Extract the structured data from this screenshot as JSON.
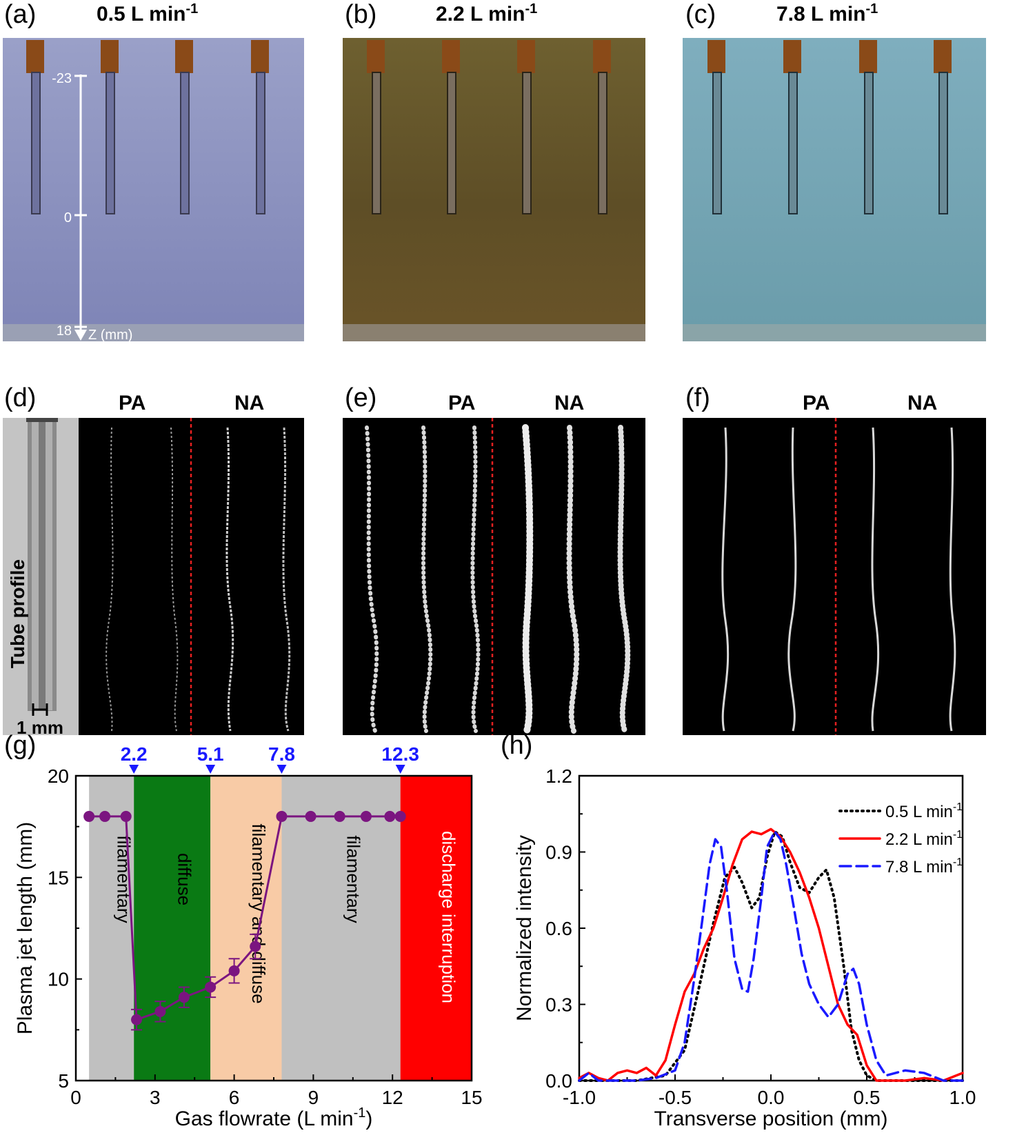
{
  "panels": {
    "a": {
      "letter": "(a)",
      "title": "0.5 L min",
      "sup": "-1"
    },
    "b": {
      "letter": "(b)",
      "title": "2.2 L min",
      "sup": "-1"
    },
    "c": {
      "letter": "(c)",
      "title": "7.8 L min",
      "sup": "-1"
    },
    "d": {
      "letter": "(d)",
      "pa": "PA",
      "na": "NA",
      "tube_label": "Tube profile",
      "scale_label": "1 mm"
    },
    "e": {
      "letter": "(e)",
      "pa": "PA",
      "na": "NA"
    },
    "f": {
      "letter": "(f)",
      "pa": "PA",
      "na": "NA"
    },
    "g": {
      "letter": "(g)"
    },
    "h": {
      "letter": "(h)"
    }
  },
  "z_axis": {
    "ticks": [
      "-23",
      "0",
      "18"
    ],
    "label": "Z (mm)"
  },
  "colors": {
    "photo_a": "#8a8fc0",
    "photo_b": "#6a5a30",
    "photo_c": "#7aa8b8",
    "filamentary": "#c0c0c0",
    "diffuse": "#0a7a14",
    "mixed": "#f8cba6",
    "interruption": "#ff0000",
    "jet_series": "#7b1580",
    "marker_labels": "#1a1aff",
    "dash_divider": "#e52020"
  },
  "chart_data": [
    {
      "type": "line",
      "panel": "g",
      "xlabel": "Gas flowrate (L min",
      "xlabel_sup": "-1",
      "xlabel_tail": ")",
      "ylabel": "Plasma jet length (mm)",
      "xlim": [
        0,
        15
      ],
      "ylim": [
        5,
        20
      ],
      "x_ticks": [
        "0",
        "3",
        "6",
        "9",
        "12",
        "15"
      ],
      "y_ticks": [
        "5",
        "10",
        "15",
        "20"
      ],
      "regions": [
        {
          "from": 0.5,
          "to": 2.2,
          "label": "filamentary",
          "color": "#c0c0c0"
        },
        {
          "from": 2.2,
          "to": 5.1,
          "label": "diffuse",
          "color": "#0a7a14"
        },
        {
          "from": 5.1,
          "to": 7.8,
          "label": "filamentary and diffuse",
          "color": "#f8cba6"
        },
        {
          "from": 7.8,
          "to": 12.3,
          "label": "filamentary",
          "color": "#c0c0c0"
        },
        {
          "from": 12.3,
          "to": 15,
          "label": "discharge interruption",
          "color": "#ff0000"
        }
      ],
      "markers": [
        "2.2",
        "5.1",
        "7.8",
        "12.3"
      ],
      "series": [
        {
          "x": [
            0.5,
            1.1,
            1.9,
            2.3,
            3.2,
            4.1,
            5.1,
            6.0,
            6.8,
            7.8,
            8.9,
            10.0,
            11.0,
            11.9,
            12.3
          ],
          "y": [
            18,
            18,
            18,
            8.0,
            8.4,
            9.1,
            9.6,
            10.4,
            11.6,
            18,
            18,
            18,
            18,
            18,
            18
          ],
          "err": [
            0,
            0,
            0,
            0.5,
            0.5,
            0.5,
            0.5,
            0.6,
            0.6,
            0,
            0,
            0,
            0,
            0,
            0
          ]
        }
      ]
    },
    {
      "type": "line",
      "panel": "h",
      "xlabel": "Transverse position (mm)",
      "ylabel": "Normalized intensity",
      "xlim": [
        -1.0,
        1.0
      ],
      "ylim": [
        0,
        1.2
      ],
      "x_ticks": [
        "-1.0",
        "-0.5",
        "0.0",
        "0.5",
        "1.0"
      ],
      "y_ticks": [
        "0.0",
        "0.3",
        "0.6",
        "0.9",
        "1.2"
      ],
      "series": [
        {
          "name": "0.5 L min",
          "name_sup": "-1",
          "color": "#000000",
          "style": "dotted",
          "x": [
            -1.0,
            -0.7,
            -0.55,
            -0.45,
            -0.38,
            -0.3,
            -0.24,
            -0.19,
            -0.15,
            -0.1,
            -0.06,
            -0.02,
            0.02,
            0.06,
            0.1,
            0.15,
            0.2,
            0.25,
            0.29,
            0.33,
            0.38,
            0.42,
            0.46,
            0.5,
            0.55,
            0.7,
            1.0
          ],
          "y": [
            0.0,
            0.0,
            0.02,
            0.12,
            0.35,
            0.62,
            0.8,
            0.84,
            0.78,
            0.68,
            0.72,
            0.88,
            0.98,
            0.96,
            0.86,
            0.76,
            0.74,
            0.8,
            0.83,
            0.72,
            0.45,
            0.2,
            0.08,
            0.02,
            0.0,
            0.0,
            0.0
          ]
        },
        {
          "name": "2.2 L min",
          "name_sup": "-1",
          "color": "#ff0000",
          "style": "solid",
          "x": [
            -1.0,
            -0.95,
            -0.9,
            -0.85,
            -0.8,
            -0.75,
            -0.7,
            -0.65,
            -0.6,
            -0.55,
            -0.5,
            -0.45,
            -0.4,
            -0.35,
            -0.3,
            -0.25,
            -0.2,
            -0.15,
            -0.1,
            -0.05,
            0.0,
            0.05,
            0.1,
            0.15,
            0.2,
            0.25,
            0.3,
            0.35,
            0.4,
            0.45,
            0.5,
            0.55,
            0.6,
            0.7,
            0.8,
            0.9,
            1.0
          ],
          "y": [
            0.01,
            0.03,
            0.01,
            0.0,
            0.03,
            0.04,
            0.03,
            0.05,
            0.02,
            0.08,
            0.22,
            0.35,
            0.42,
            0.52,
            0.6,
            0.72,
            0.85,
            0.95,
            0.98,
            0.97,
            0.99,
            0.96,
            0.9,
            0.82,
            0.72,
            0.6,
            0.45,
            0.3,
            0.22,
            0.18,
            0.06,
            0.0,
            0.0,
            0.0,
            0.01,
            0.0,
            0.03
          ]
        },
        {
          "name": "7.8 L min",
          "name_sup": "-1",
          "color": "#1a1aff",
          "style": "dashed",
          "x": [
            -1.0,
            -0.95,
            -0.9,
            -0.7,
            -0.6,
            -0.5,
            -0.45,
            -0.4,
            -0.36,
            -0.32,
            -0.29,
            -0.26,
            -0.23,
            -0.19,
            -0.15,
            -0.12,
            -0.09,
            -0.05,
            -0.02,
            0.02,
            0.05,
            0.08,
            0.12,
            0.16,
            0.2,
            0.25,
            0.3,
            0.35,
            0.4,
            0.43,
            0.46,
            0.5,
            0.55,
            0.6,
            0.7,
            0.8,
            0.9,
            1.0
          ],
          "y": [
            0.0,
            0.03,
            0.0,
            0.0,
            0.01,
            0.04,
            0.15,
            0.4,
            0.62,
            0.85,
            0.95,
            0.92,
            0.75,
            0.48,
            0.36,
            0.35,
            0.48,
            0.72,
            0.92,
            0.98,
            0.95,
            0.85,
            0.68,
            0.5,
            0.38,
            0.3,
            0.25,
            0.3,
            0.42,
            0.44,
            0.38,
            0.22,
            0.08,
            0.02,
            0.04,
            0.03,
            0.0,
            0.0
          ]
        }
      ]
    }
  ]
}
